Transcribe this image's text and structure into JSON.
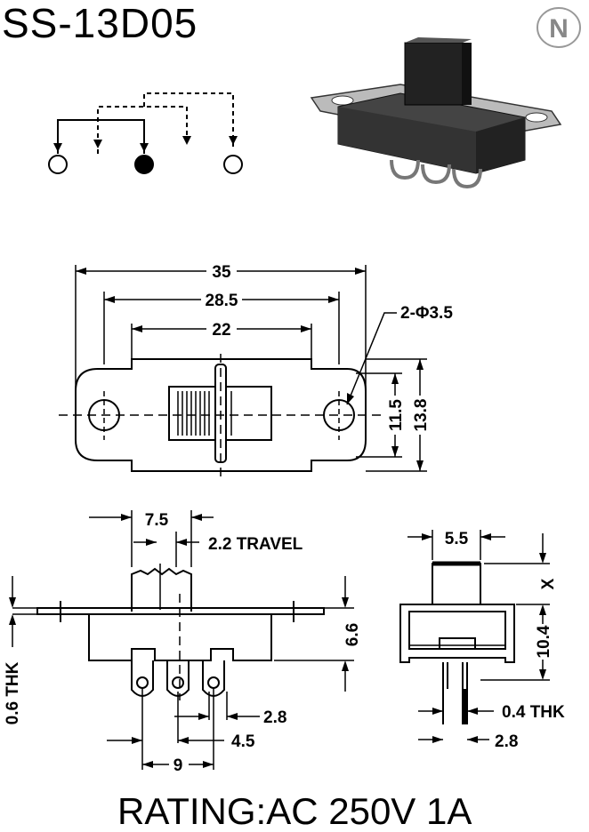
{
  "title": "SS-13D05",
  "logo_letter": "N",
  "rating": "RATING:AC 250V 1A",
  "top_view": {
    "dim_overall": "35",
    "dim_hole_pitch": "28.5",
    "dim_body": "22",
    "hole_callout": "2-Φ3.5",
    "dim_height_inner": "11.5",
    "dim_height_outer": "13.8"
  },
  "side_view": {
    "dim_actuator": "7.5",
    "dim_travel": "2.2 TRAVEL",
    "dim_thickness": "0.6 THK",
    "dim_body_height": "6.6",
    "dim_pin_width": "2.8",
    "dim_pin_pitch": "4.5",
    "dim_pin_span": "9"
  },
  "end_view": {
    "dim_actuator_width": "5.5",
    "dim_x": "X",
    "dim_height": "10.4",
    "dim_pin_thk": "0.4 THK",
    "dim_pin_spacing": "2.8"
  }
}
